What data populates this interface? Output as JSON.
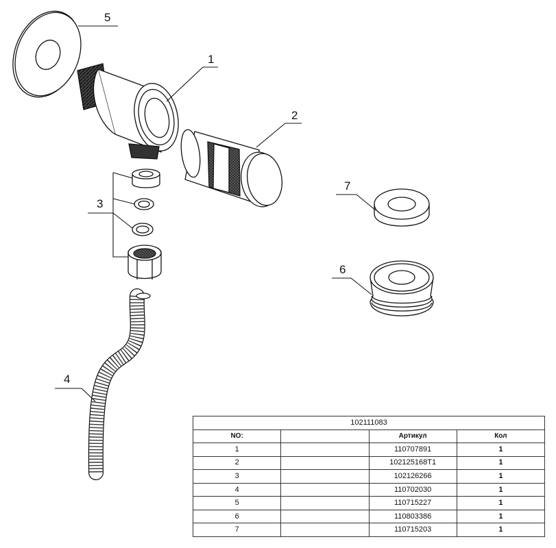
{
  "callouts": [
    "1",
    "2",
    "3",
    "4",
    "5",
    "6",
    "7"
  ],
  "table": {
    "title": "102111083",
    "headers": {
      "no": "NO:",
      "description": "",
      "article": "Артикул",
      "qty": "Кол"
    },
    "rows": [
      {
        "no": "1",
        "description": "",
        "article": "110707891",
        "qty": "1"
      },
      {
        "no": "2",
        "description": "",
        "article": "102125168T1",
        "qty": "1"
      },
      {
        "no": "3",
        "description": "",
        "article": "102126266",
        "qty": "1"
      },
      {
        "no": "4",
        "description": "",
        "article": "110702030",
        "qty": "1"
      },
      {
        "no": "5",
        "description": "",
        "article": "110715227",
        "qty": "1"
      },
      {
        "no": "6",
        "description": "",
        "article": "110803386",
        "qty": "1"
      },
      {
        "no": "7",
        "description": "",
        "article": "110715203",
        "qty": "1"
      }
    ]
  }
}
